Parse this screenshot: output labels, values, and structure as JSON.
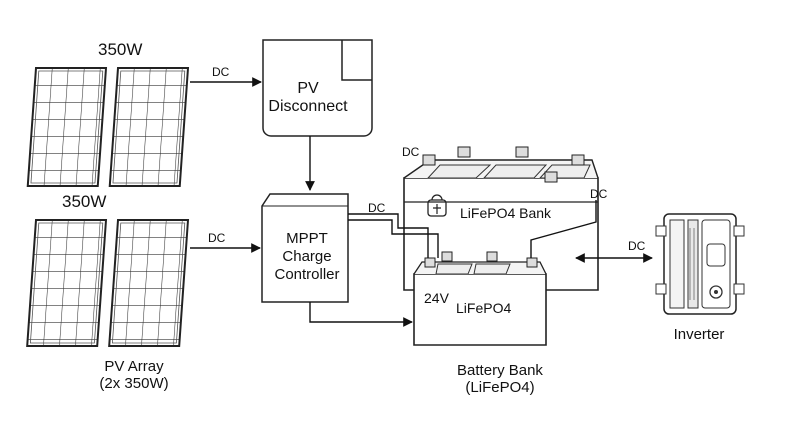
{
  "panels": {
    "top_wattage": "350W",
    "bottom_wattage": "350W",
    "array_label_line1": "PV Array",
    "array_label_line2": "(2x 350W)"
  },
  "connections": {
    "dc_label": "DC"
  },
  "disconnect": {
    "line1": "PV",
    "line2": "Disconnect"
  },
  "controller": {
    "line1": "MPPT",
    "line2": "Charge",
    "line3": "Controller"
  },
  "batteries": {
    "large_label": "LiFePO4 Bank",
    "small_voltage": "24V",
    "small_label": "LiFePO4",
    "bank_line1": "Battery Bank",
    "bank_line2": "(LiFePO4)"
  },
  "inverter": {
    "label": "Inverter"
  }
}
